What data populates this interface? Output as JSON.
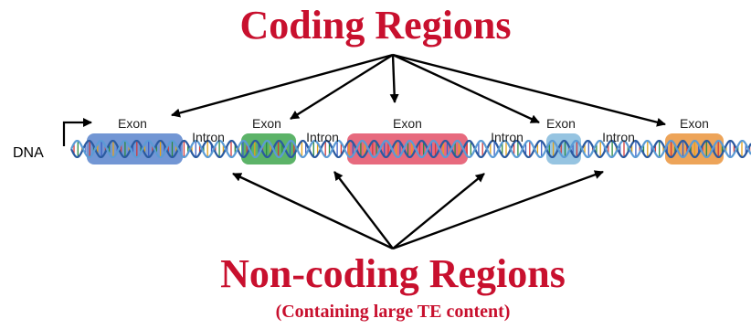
{
  "title_top": "Coding Regions",
  "title_bottom": "Non-coding Regions",
  "subtitle_bottom": "(Containing large TE content)",
  "dna_label": "DNA",
  "exons": [
    {
      "label": "Exon",
      "color": "#4a78c8"
    },
    {
      "label": "Exon",
      "color": "#2e9e3e"
    },
    {
      "label": "Exon",
      "color": "#e0405a"
    },
    {
      "label": "Exon",
      "color": "#79b4d8"
    },
    {
      "label": "Exon",
      "color": "#e88a2a"
    }
  ],
  "introns": [
    {
      "label": "Intron"
    },
    {
      "label": "Intron"
    },
    {
      "label": "Intron"
    },
    {
      "label": "Intron"
    }
  ],
  "colors": {
    "title": "#c8102e",
    "strand_a": "#2a5aa0",
    "strand_b": "#5b9bd5",
    "arrow": "#000000"
  }
}
